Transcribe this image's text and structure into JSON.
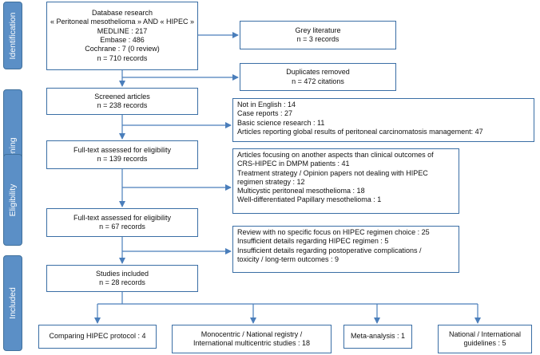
{
  "phases": {
    "identification": "Identification",
    "screening": "Screening",
    "eligibility": "Eligibility",
    "included": "Included"
  },
  "boxes": {
    "database": [
      "Database research",
      "« Peritoneal mesothelioma » AND « HIPEC »",
      "MEDLINE : 217",
      "Embase : 486",
      "Cochrane : 7 (0 review)",
      "n = 710 records"
    ],
    "grey": [
      "Grey literature",
      "n = 3 records"
    ],
    "duplicates": [
      "Duplicates removed",
      "n = 472 citations"
    ],
    "screened": [
      "Screened articles",
      "n = 238 records"
    ],
    "screen_excl": [
      "Not in English : 14",
      "Case reports : 27",
      "Basic science research : 11",
      "Articles reporting global results of peritoneal carcinomatosis management: 47"
    ],
    "fulltext1": [
      "Full-text assessed for eligibility",
      "n = 139 records"
    ],
    "elig_excl1": [
      "Articles focusing on another aspects than clinical outcomes of",
      "CRS-HIPEC in DMPM patients : 41",
      "Treatment strategy / Opinion papers not dealing with HIPEC",
      "regimen strategy : 12",
      "Multicystic peritoneal mesothelioma : 18",
      "Well-differentiated Papillary mesothelioma : 1"
    ],
    "fulltext2": [
      "Full-text assessed for eligibility",
      "n = 67 records"
    ],
    "elig_excl2": [
      "Review with no specific focus on HIPEC regimen choice : 25",
      "Insufficient details regarding HIPEC regimen : 5",
      "Insufficient details regarding postoperative complications /",
      "toxicity / long-term outcomes : 9"
    ],
    "included": [
      "Studies included",
      "n = 28 records"
    ],
    "cat1": [
      "Comparing HIPEC protocol : 4"
    ],
    "cat2": [
      "Monocentric / National registry /",
      "International multicentric studies : 18"
    ],
    "cat3": [
      "Meta-analysis : 1"
    ],
    "cat4": [
      "National / International",
      "guidelines : 5"
    ]
  },
  "colors": {
    "phase_fill": "#5b8fc6",
    "box_border": "#3a6ea5",
    "arrow": "#4a7ebb"
  }
}
